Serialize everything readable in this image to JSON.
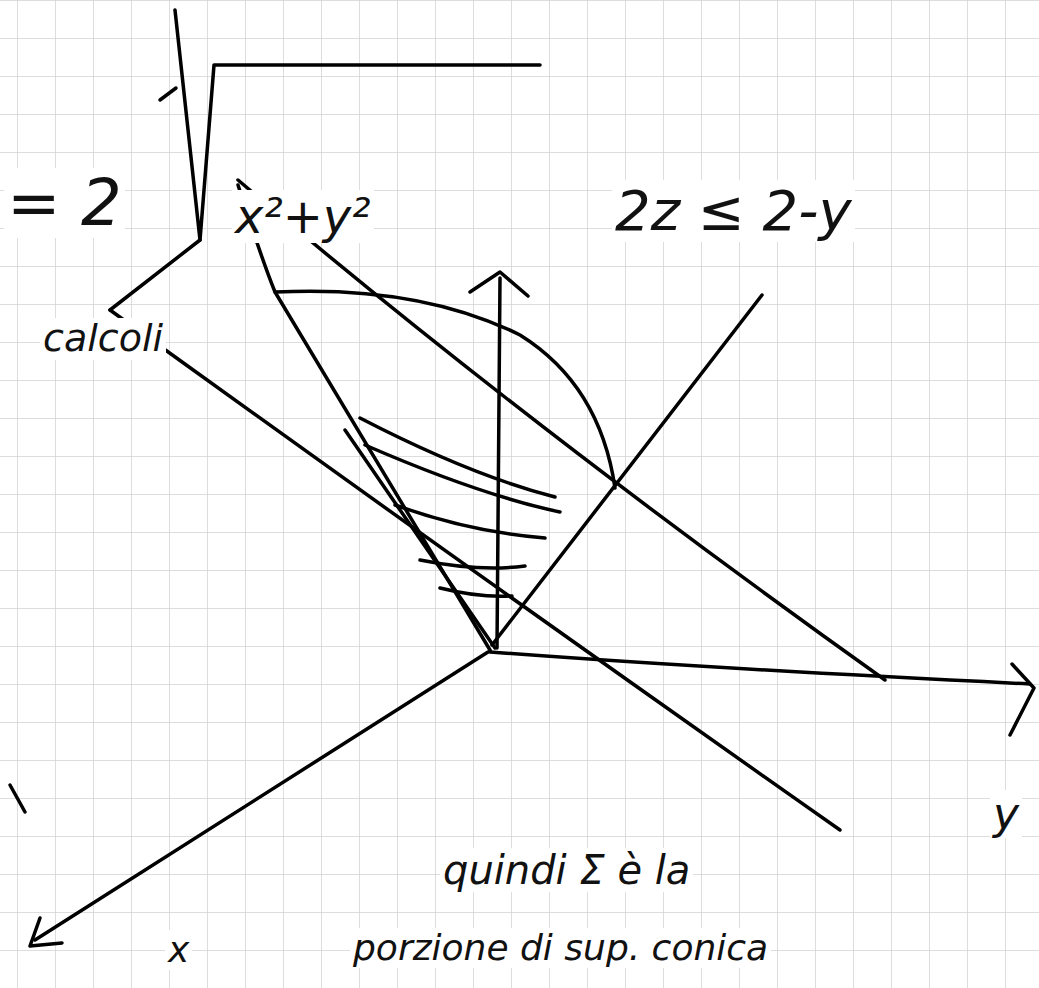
{
  "diagram": {
    "labels": [
      "= 2",
      "x²+y²",
      "2z ≤ 2-y",
      "calcoli",
      "y",
      "x",
      "quindi Σ è la",
      "porzione di sup. conica"
    ]
  }
}
